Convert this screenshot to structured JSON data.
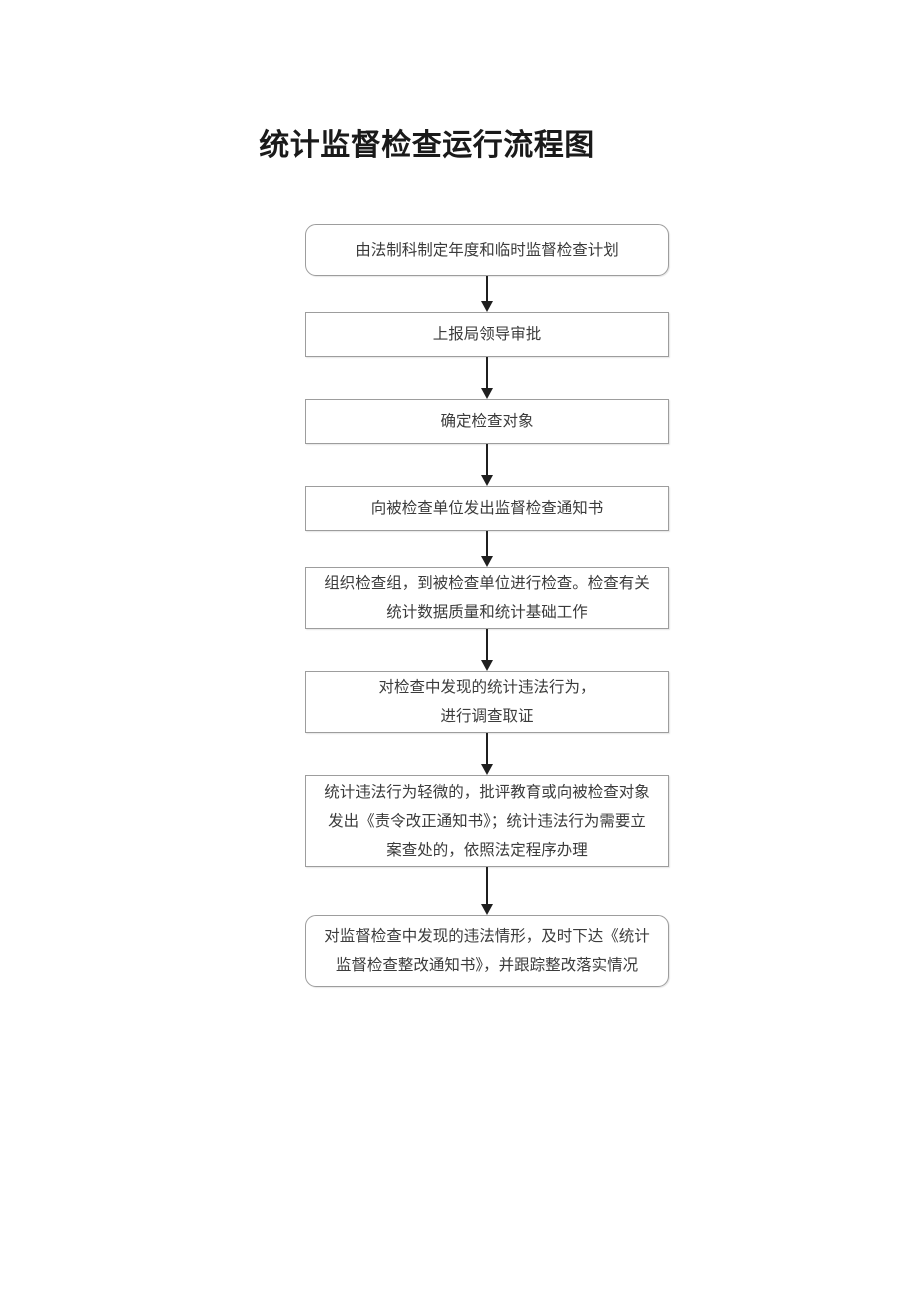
{
  "document": {
    "title": "统计监督检查运行流程图",
    "page_background": "#ffffff"
  },
  "style": {
    "box_border_color": "#9d9d9d",
    "box_fill_color": "#ffffff",
    "text_color": "#3b3b3b",
    "title_color": "#1a1a1a",
    "arrow_color": "#1f1f1f"
  },
  "flowchart": {
    "orientation": "top-to-bottom",
    "node_count": 8,
    "connector_count": 7,
    "nodes": [
      {
        "id": "node-1",
        "shape": "rounded-rectangle",
        "text": "由法制科制定年度和临时监督检查计划",
        "lines": 1
      },
      {
        "id": "node-2",
        "shape": "rectangle",
        "text": "上报局领导审批",
        "lines": 1
      },
      {
        "id": "node-3",
        "shape": "rectangle",
        "text": "确定检查对象",
        "lines": 1
      },
      {
        "id": "node-4",
        "shape": "rectangle",
        "text": "向被检查单位发出监督检查通知书",
        "lines": 1
      },
      {
        "id": "node-5",
        "shape": "rectangle",
        "text": "组织检查组，到被检查单位进行检查。检查有关\n统计数据质量和统计基础工作",
        "lines": 2
      },
      {
        "id": "node-6",
        "shape": "rectangle",
        "text": "对检查中发现的统计违法行为，\n进行调查取证",
        "lines": 2
      },
      {
        "id": "node-7",
        "shape": "rectangle",
        "text": "统计违法行为轻微的，批评教育或向被检查对象\n发出《责令改正通知书》；统计违法行为需要立\n案查处的，依照法定程序办理",
        "lines": 3
      },
      {
        "id": "node-8",
        "shape": "rounded-rectangle",
        "text": "对监督检查中发现的违法情形，及时下达《统计\n监督检查整改通知书》，并跟踪整改落实情况",
        "lines": 2
      }
    ],
    "connectors": [
      {
        "id": "arrow-1-2",
        "from": "node-1",
        "to": "node-2",
        "type": "down-arrow"
      },
      {
        "id": "arrow-2-3",
        "from": "node-2",
        "to": "node-3",
        "type": "down-arrow"
      },
      {
        "id": "arrow-3-4",
        "from": "node-3",
        "to": "node-4",
        "type": "down-arrow"
      },
      {
        "id": "arrow-4-5",
        "from": "node-4",
        "to": "node-5",
        "type": "down-arrow"
      },
      {
        "id": "arrow-5-6",
        "from": "node-5",
        "to": "node-6",
        "type": "down-arrow"
      },
      {
        "id": "arrow-6-7",
        "from": "node-6",
        "to": "node-7",
        "type": "down-arrow"
      },
      {
        "id": "arrow-7-8",
        "from": "node-7",
        "to": "node-8",
        "type": "down-arrow"
      }
    ]
  }
}
